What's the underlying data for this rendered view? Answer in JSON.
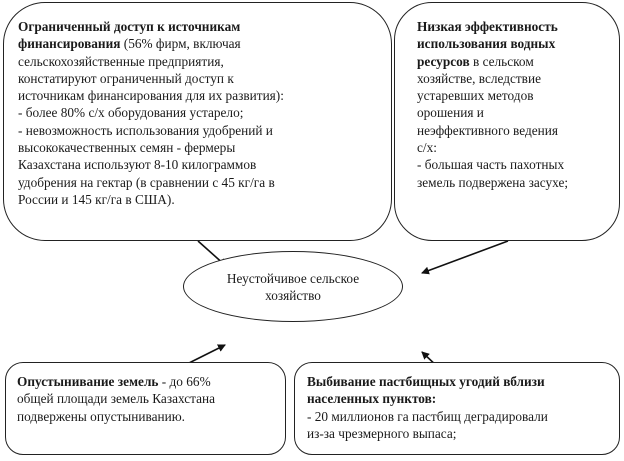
{
  "boxes": [
    {
      "lines": [
        {
          "b": "Ограниченный доступ к источникам",
          "t": ""
        },
        {
          "b": "финансирования",
          "t": " (56% фирм, включая"
        },
        {
          "b": "",
          "t": "сельскохозяйственные предприятия,"
        },
        {
          "b": "",
          "t": "констатируют ограниченный доступ к"
        },
        {
          "b": "",
          "t": "источникам финансирования для их развития):"
        },
        {
          "b": "",
          "t": "- более 80% с/х оборудования устарело;"
        },
        {
          "b": "",
          "t": "- невозможность использования удобрений и"
        },
        {
          "b": "",
          "t": "высококачественных семян - фермеры"
        },
        {
          "b": "",
          "t": "Казахстана используют 8-10 килограммов"
        },
        {
          "b": "",
          "t": "удобрения на гектар (в сравнении с 45 кг/га в"
        },
        {
          "b": "",
          "t": "России и 145 кг/га в США)."
        }
      ]
    },
    {
      "lines": [
        {
          "b": "Низкая эффективность",
          "t": ""
        },
        {
          "b": "использования водных",
          "t": ""
        },
        {
          "b": "ресурсов",
          "t": " в сельском"
        },
        {
          "b": "",
          "t": "хозяйстве, вследствие"
        },
        {
          "b": "",
          "t": "устаревших методов"
        },
        {
          "b": "",
          "t": "орошения и"
        },
        {
          "b": "",
          "t": "неэффективного ведения"
        },
        {
          "b": "",
          "t": "с/х:"
        },
        {
          "b": "",
          "t": "- большая часть пахотных"
        },
        {
          "b": "",
          "t": "земель подвержена засухе;"
        }
      ]
    },
    {
      "lines": [
        {
          "b": "Опустынивание земель",
          "t": " - до 66%"
        },
        {
          "b": "",
          "t": "общей площади земель Казахстана"
        },
        {
          "b": "",
          "t": "подвержены опустыниванию."
        }
      ]
    },
    {
      "lines": [
        {
          "b": "Выбивание пастбищных угодий вблизи",
          "t": ""
        },
        {
          "b": "населенных пунктов:",
          "t": ""
        },
        {
          "b": "",
          "t": "- 20 миллионов га пастбищ деградировали"
        },
        {
          "b": "",
          "t": "из-за чрезмерного выпаса;"
        }
      ]
    }
  ],
  "center": {
    "line1": "Неустойчивое сельское",
    "line2": "хозяйство"
  }
}
